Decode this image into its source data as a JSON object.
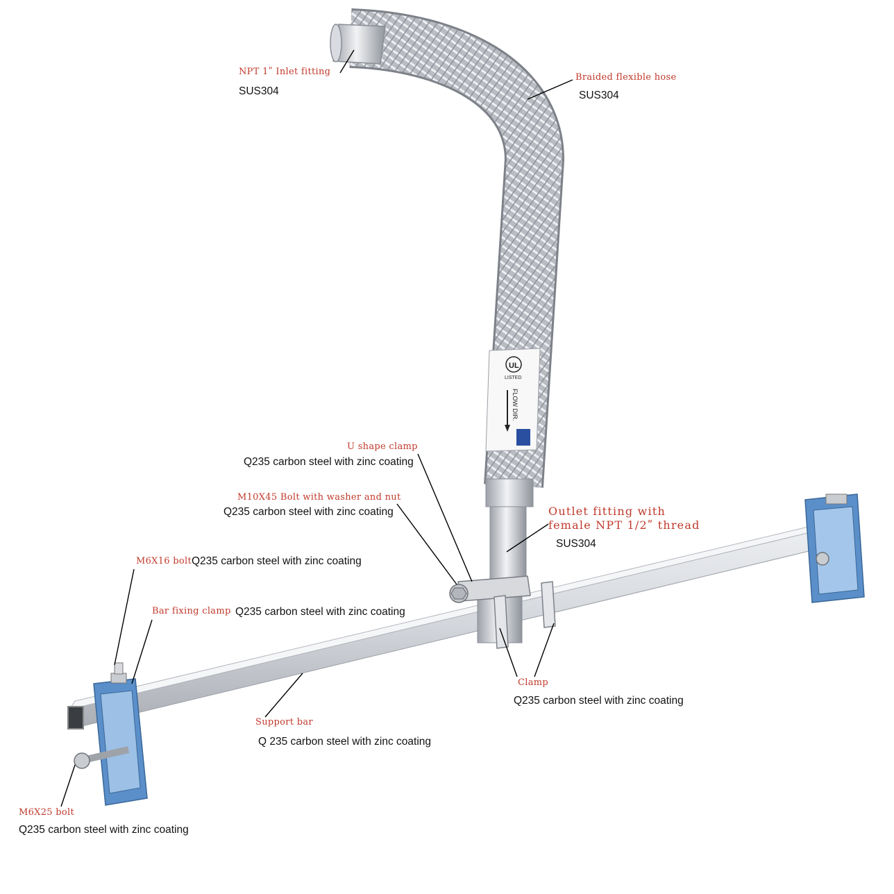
{
  "callouts": {
    "inlet": {
      "name": "NPT 1ʺ Inlet fitting",
      "material": "SUS304"
    },
    "hose": {
      "name": "Braided flexible hose",
      "material": "SUS304"
    },
    "u_clamp": {
      "name": "U shape clamp",
      "material": "Q235 carbon steel with zinc coating"
    },
    "m10_bolt": {
      "name": "M10X45 Bolt with washer and nut",
      "material": "Q235 carbon steel with zinc coating"
    },
    "outlet": {
      "name_line1": "Outlet fitting with",
      "name_line2": "female NPT 1/2ʺ thread",
      "material": "SUS304"
    },
    "m6x16_bolt": {
      "name": "M6X16 bolt",
      "material": "Q235 carbon steel with zinc coating"
    },
    "bar_fixing_clamp": {
      "name": "Bar fixing clamp",
      "material": "Q235 carbon steel with zinc coating"
    },
    "clamp": {
      "name": "Clamp",
      "material": "Q235 carbon steel with zinc coating"
    },
    "support_bar": {
      "name": "Support bar",
      "material": "Q 235 carbon steel with zinc coating"
    },
    "m6x25_bolt": {
      "name": "M6X25 bolt",
      "material": "Q235 carbon steel with zinc coating"
    }
  },
  "hose_label": {
    "brand_mark": "UL",
    "listed": "LISTED",
    "flow": "FLOW DIR."
  },
  "colors": {
    "callout_name": "#c0392b",
    "material_text": "#111111",
    "leader_line": "#000000",
    "clamp_blue": "#5b8fc9",
    "steel": "#c9ccd1"
  }
}
